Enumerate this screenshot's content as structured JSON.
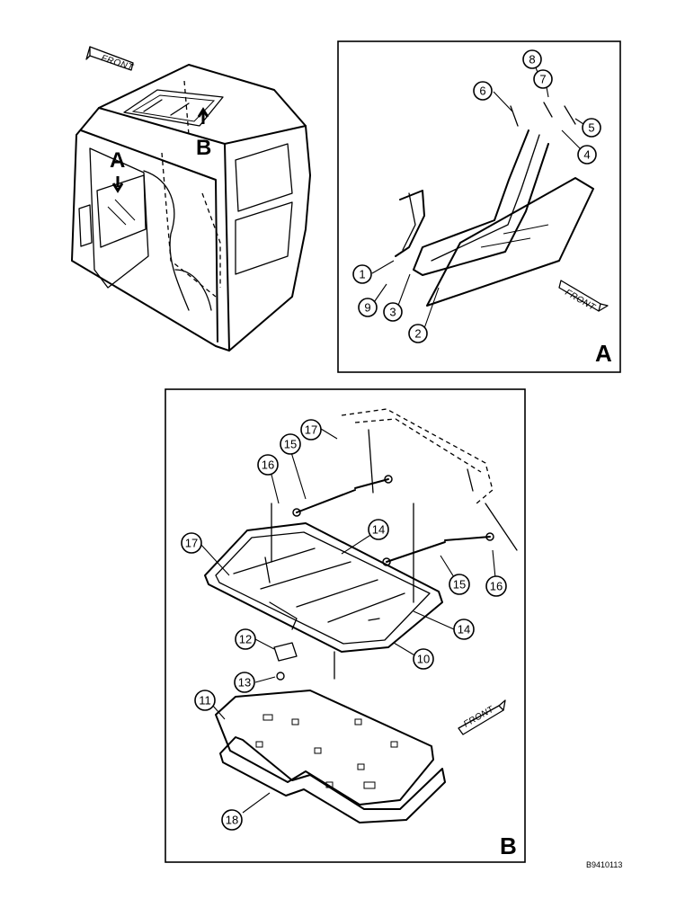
{
  "overview": {
    "front_label": "FRONT",
    "marker_a": "A",
    "marker_b": "B"
  },
  "detail_a": {
    "view_letter": "A",
    "front_label": "FRONT",
    "callouts": [
      "1",
      "2",
      "3",
      "4",
      "5",
      "6",
      "7",
      "8",
      "9"
    ]
  },
  "detail_b": {
    "view_letter": "B",
    "front_label": "FRONT",
    "callouts": [
      "10",
      "11",
      "12",
      "13",
      "14",
      "14",
      "15",
      "15",
      "16",
      "16",
      "17",
      "17",
      "18"
    ]
  },
  "document_id": "B9410113"
}
